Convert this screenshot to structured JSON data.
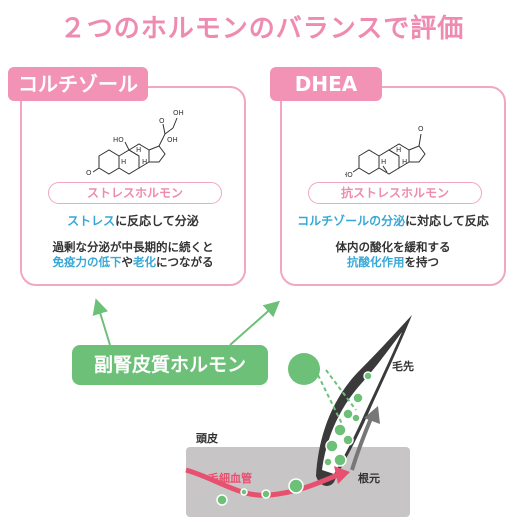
{
  "title": "２つのホルモンのバランスで評価",
  "cortisol": {
    "tab": "コルチゾール",
    "role": "ストレスホルモン",
    "desc": [
      "ストレス",
      "に反応して分泌"
    ],
    "effect_line1": "過剰な分泌が中長期的に続くと",
    "effect_line2": [
      "免疫力の低下",
      "や",
      "老化",
      "につながる"
    ],
    "mol_labels": {
      "o1": "O",
      "o2": "O",
      "oh1": "OH",
      "oh2": "HO",
      "oh3": "OH",
      "h1": "H",
      "h2": "H",
      "h3": "H"
    }
  },
  "dhea": {
    "tab": "DHEA",
    "role": "抗ストレスホルモン",
    "desc": [
      "コルチゾールの分泌",
      "に対応して反応"
    ],
    "effect_line1": "体内の酸化を緩和する",
    "effect_line2": [
      "抗酸化作用",
      "を持つ"
    ],
    "mol_labels": {
      "o": "O",
      "ho": "HO",
      "h1": "H",
      "h2": "H",
      "h3": "H"
    }
  },
  "source_badge": "副腎皮質ホルモン",
  "labels": {
    "hair_tip": "毛先",
    "scalp": "頭皮",
    "capillary": "毛細血管",
    "root": "根元"
  },
  "colors": {
    "pink": "#f293b6",
    "green": "#6cc077",
    "blue": "#37a8d6",
    "hair": "#3a3a3a",
    "scalp": "#c7c5c6"
  }
}
